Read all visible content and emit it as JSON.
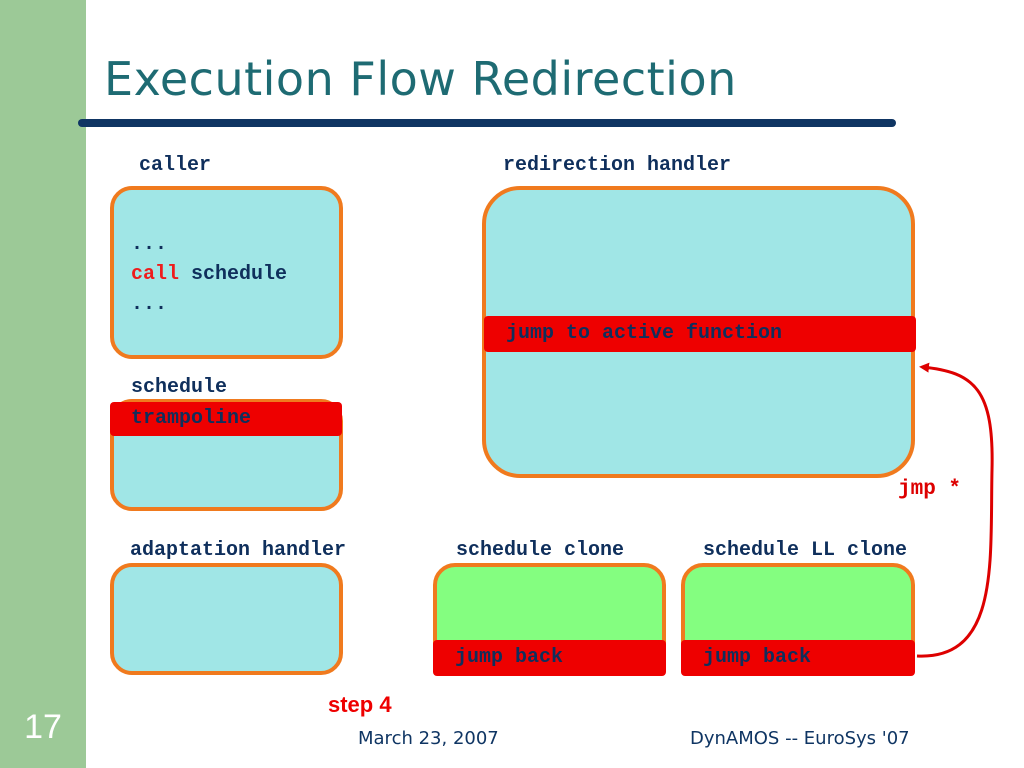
{
  "slide": {
    "title": "Execution Flow Redirection",
    "number": "17",
    "footer_date": "March 23, 2007",
    "footer_text": "DynAMOS -- EuroSys '07",
    "step": "step 4"
  },
  "caller": {
    "label": "caller",
    "line1": "...",
    "line2_keyword": "call",
    "line2_rest": " schedule",
    "line3": "..."
  },
  "schedule": {
    "label": "schedule",
    "trampoline": "trampoline"
  },
  "redirection_handler": {
    "label": "redirection handler",
    "bar": "jump to active function"
  },
  "adaptation_handler": {
    "label": "adaptation handler"
  },
  "schedule_clone": {
    "label": "schedule clone",
    "bar": "jump back"
  },
  "schedule_ll_clone": {
    "label": "schedule LL clone",
    "bar": "jump back"
  },
  "arrow": {
    "label": "jmp *"
  },
  "colors": {
    "sidebar": "#9cc997",
    "box_border": "#f07a1e",
    "box_cyan": "#a0e6e6",
    "box_green": "#84fe80",
    "bar_red": "#ee0000",
    "text_navy": "#0f2f5c",
    "title": "#1e6b73"
  }
}
